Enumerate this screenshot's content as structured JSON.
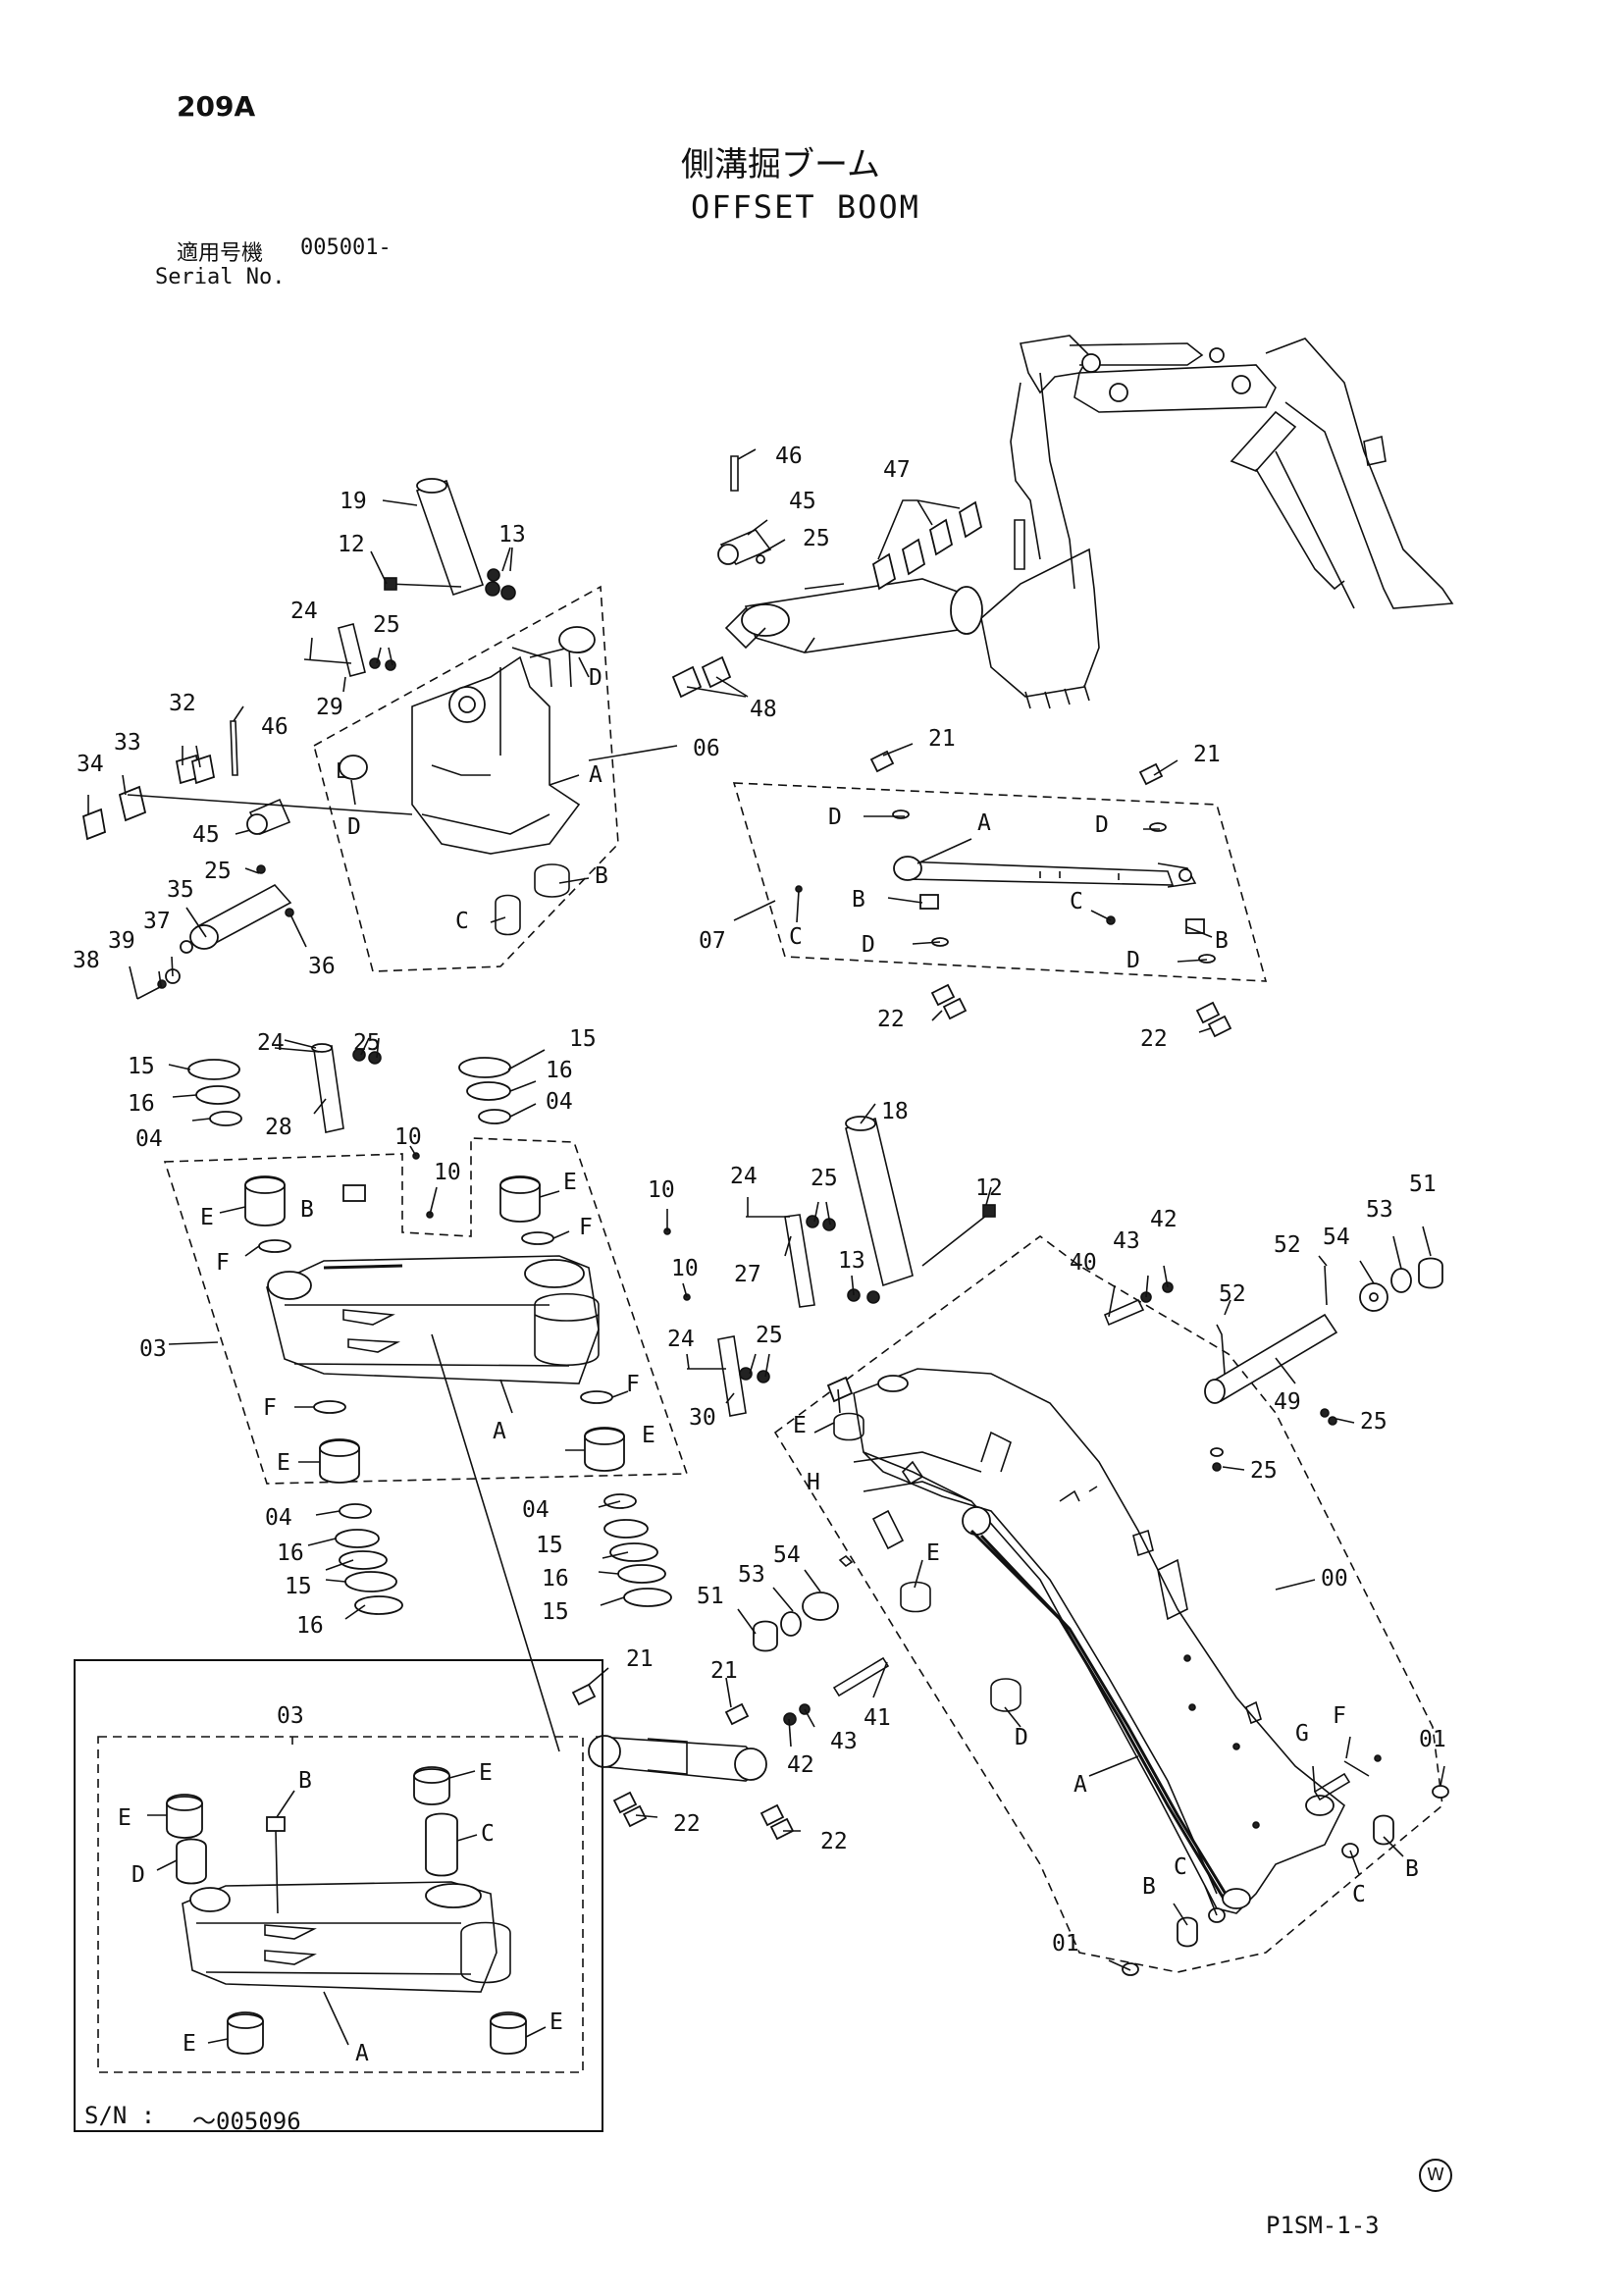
{
  "header": {
    "page_code": "209A",
    "title_jp": "側溝掘ブーム",
    "title_en": "OFFSET BOOM",
    "serial_label_jp": "適用号機",
    "serial_value": "005001-",
    "serial_label_en": "Serial No."
  },
  "insert_panel": {
    "serial_label": "S/N :",
    "serial_value": "～005096"
  },
  "footer": {
    "drawing_no": "P1SM-1-3",
    "circle_mark": "W"
  },
  "callouts": {
    "c46a": "46",
    "c45a": "45",
    "c25a": "25",
    "c47": "47",
    "c19": "19",
    "c12a": "12",
    "c13a": "13",
    "c24a": "24",
    "c25b": "25",
    "c29": "29",
    "cDa": "D",
    "c48": "48",
    "c32": "32",
    "c46b": "46",
    "c34": "34",
    "c33": "33",
    "cDb": "D",
    "cAa": "A",
    "c06": "06",
    "c45b": "45",
    "c25c": "25",
    "cBa": "B",
    "c35": "35",
    "cCa": "C",
    "c37": "37",
    "c39": "39",
    "c38": "38",
    "c36": "36",
    "c21a": "21",
    "c21b": "21",
    "cDc": "D",
    "cAb": "A",
    "cDd": "D",
    "cBb": "B",
    "cCb": "C",
    "c07": "07",
    "cCc": "C",
    "cDe": "D",
    "cBc": "B",
    "cDf": "D",
    "c22a": "22",
    "c22b": "22",
    "c15a": "15",
    "c16a": "16",
    "c04a": "04",
    "c24b": "24",
    "c25d": "25",
    "c15b": "15",
    "c16b": "16",
    "c04b": "04",
    "c28": "28",
    "c10a": "10",
    "c10b": "10",
    "cEa": "E",
    "cBd": "B",
    "cEb": "E",
    "cFa": "F",
    "cFb": "F",
    "c10c": "10",
    "c10d": "10",
    "c03a": "03",
    "cFc": "F",
    "cAc": "A",
    "cFd": "F",
    "cEc": "E",
    "cEd": "E",
    "c04c": "04",
    "c04d": "04",
    "c16c": "16",
    "c15c": "15",
    "c15d": "15",
    "c16d": "16",
    "c16e": "16",
    "c15e": "15",
    "c18": "18",
    "c24c": "24",
    "c25e": "25",
    "c12b": "12",
    "c27": "27",
    "c13b": "13",
    "c24d": "24",
    "c25f": "25",
    "c30": "30",
    "cEe": "E",
    "c40": "40",
    "c43a": "43",
    "c42a": "42",
    "c52a": "52",
    "c54a": "54",
    "c53a": "53",
    "c51a": "51",
    "c52b": "52",
    "c49": "49",
    "c25g": "25",
    "c25h": "25",
    "cH": "H",
    "c51b": "51",
    "c53b": "53",
    "c54b": "54",
    "cEf": "E",
    "c00": "00",
    "c21c": "21",
    "c21d": "21",
    "c41": "41",
    "c43b": "43",
    "c42b": "42",
    "cDg": "D",
    "c22c": "22",
    "c22d": "22",
    "cAd": "A",
    "cG": "G",
    "cFe": "F",
    "c01a": "01",
    "cCd": "C",
    "cBe": "B",
    "cBf": "B",
    "cCe": "C",
    "c01b": "01",
    "c03b": "03",
    "cBg": "B",
    "cEg": "E",
    "cEh": "E",
    "cCf": "C",
    "cDh": "D",
    "cEi": "E",
    "cAe": "A",
    "cEj": "E"
  }
}
